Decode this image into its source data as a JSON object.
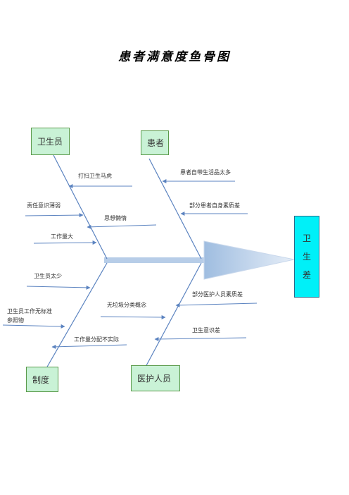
{
  "title": "患者满意度鱼骨图",
  "effect": [
    "卫",
    "生",
    "差"
  ],
  "categories": {
    "staff": "卫生员",
    "patient": "患者",
    "system": "制度",
    "medical": "医护人员"
  },
  "causes": {
    "clean_toilet": "打扫卫生马虎",
    "responsibility": "责任意识薄弱",
    "lazy": "思想懒惰",
    "workload": "工作量大",
    "too_few": "卫生员太少",
    "no_standard_1": "卫生员工作无标准",
    "no_standard_2": "参照物",
    "workload_alloc": "工作量分配不实际",
    "no_sorting": "无垃圾分类概念",
    "patient_items": "患者自带生活品太多",
    "patient_quality": "部分患者自身素质差",
    "medical_quality": "部分医护人员素质差",
    "hygiene_awareness": "卫生意识差"
  },
  "colors": {
    "line": "#5b83c0",
    "box_fill": "#c9f2d6",
    "box_border": "#5a9a4a",
    "effect_fill": "#00f0f8"
  }
}
